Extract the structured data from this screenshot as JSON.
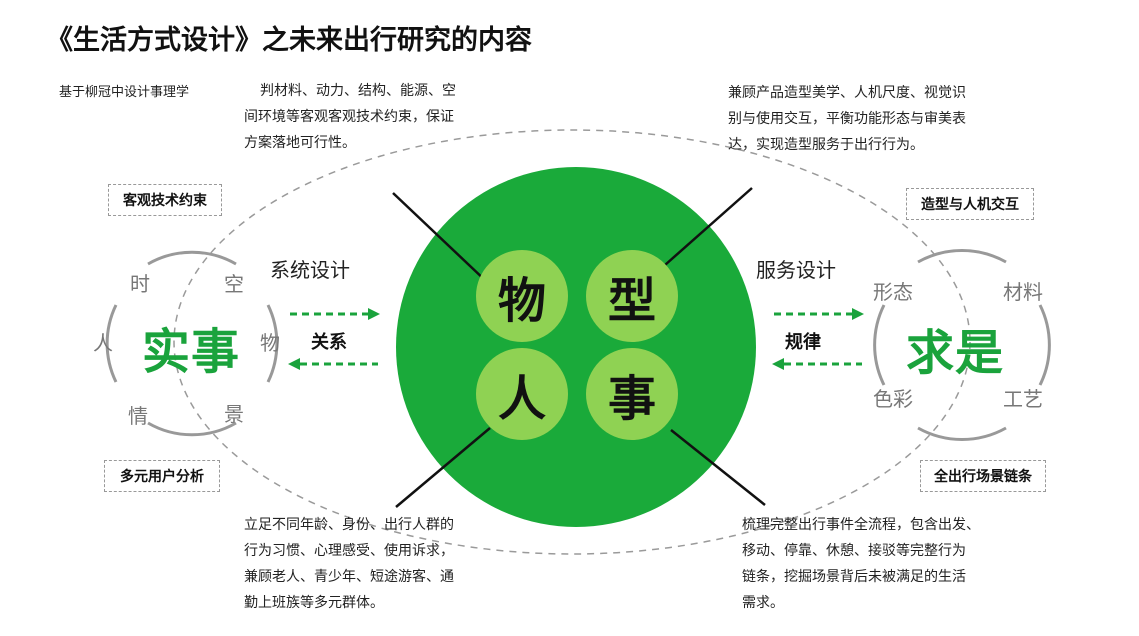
{
  "title": "《生活方式设计》之未来出行研究的内容",
  "basis_note": "基于柳冠中设计事理学",
  "colors": {
    "big_circle": "#1aaa3a",
    "quadrant": "#8fd253",
    "accent_text": "#1aa33c",
    "arrow": "#1aa33c",
    "dashed": "#9a9a9a"
  },
  "top_left_paragraph": [
    "判材料、动力、结构、能源、空",
    "间环境等客观客观技术约束，保证",
    "方案落地可行性。"
  ],
  "top_right_paragraph": [
    "兼顾产品造型美学、人机尺度、视觉识",
    "别与使用交互，平衡功能形态与审美表",
    "达，实现造型服务于出行行为。"
  ],
  "bottom_left_paragraph": [
    "立足不同年龄、身份、出行人群的",
    "行为习惯、心理感受、使用诉求，",
    "兼顾老人、青少年、短途游客、通",
    "勤上班族等多元群体。"
  ],
  "bottom_right_paragraph": [
    "梳理完整出行事件全流程，包含出发、",
    "移动、停靠、休憩、接驳等完整行为",
    "链条，挖掘场景背后未被满足的生活",
    "需求。"
  ],
  "boxes": {
    "top_left": "客观技术约束",
    "bottom_left": "多元用户分析",
    "top_right": "造型与人机交互",
    "bottom_right": "全出行场景链条"
  },
  "left_ring": {
    "center": "实事",
    "time": "时",
    "space": "空",
    "person": "人",
    "object": "物",
    "emotion": "情",
    "scene": "景"
  },
  "right_ring": {
    "center": "求是",
    "form": "形态",
    "material": "材料",
    "color": "色彩",
    "craft": "工艺"
  },
  "system_design": "系统设计",
  "service_design": "服务设计",
  "relation": "关系",
  "law": "规律",
  "quadrants": {
    "object": "物",
    "type": "型",
    "person": "人",
    "event": "事"
  }
}
